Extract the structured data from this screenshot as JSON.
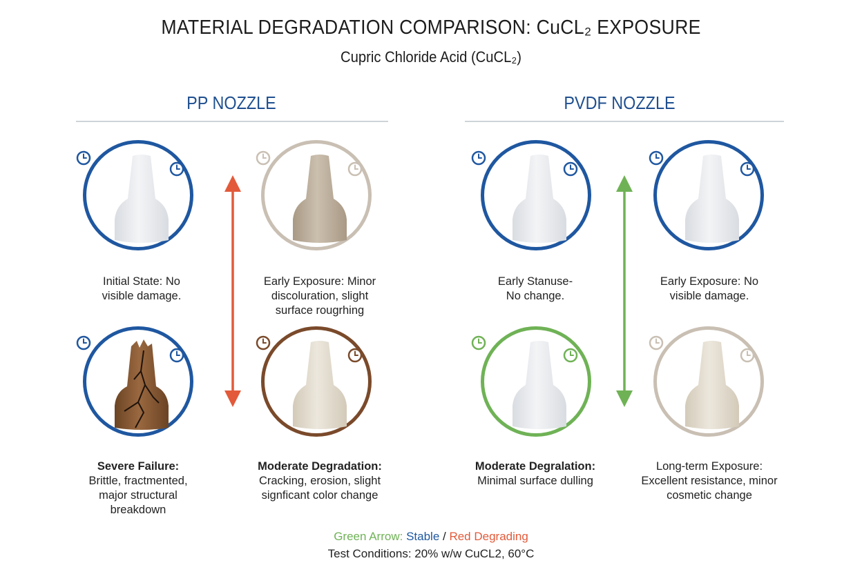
{
  "title": "MATERIAL DEGRADATION COMPARISON: CuCL₂  EXPOSURE",
  "subtitle": "Cupric Chloride Acid (CuCL₂)",
  "colors": {
    "blue": "#1f57a0",
    "taupe": "#c9bfb3",
    "brown": "#7a4a2b",
    "green": "#6fb256",
    "red": "#e25a3a",
    "nozzle_white": "#eceef1",
    "nozzle_beige": "#c6b9a6",
    "nozzle_cream": "#e6e0d4",
    "nozzle_brown": "#8a5a36"
  },
  "sections": {
    "pp": {
      "title": "PP NOZZLE"
    },
    "pvdf": {
      "title": "PVDF NOZZLE"
    }
  },
  "arrows": {
    "pp": {
      "color_name": "red"
    },
    "pvdf": {
      "color_name": "green"
    }
  },
  "cards": {
    "pp_initial": {
      "ring": "blue",
      "nozzle": "white",
      "icon": "clock-icon",
      "title": "Initial State: No",
      "title_bold": false,
      "body": "visible damage."
    },
    "pp_early": {
      "ring": "taupe",
      "nozzle": "beige",
      "icon": "clock-icon",
      "title": "Early Exposure: Minor",
      "title_bold": false,
      "body": "discoluration, slight surface rougrhing"
    },
    "pp_severe": {
      "ring": "blue",
      "nozzle": "cracked",
      "icon": "clock-icon",
      "title": "Severe Failure:",
      "title_bold": true,
      "body": "Brittle, fractmented, major structural breakdown"
    },
    "pp_moderate": {
      "ring": "brown",
      "nozzle": "cream",
      "icon": "clock-icon",
      "title": "Moderate Degradation:",
      "title_bold": true,
      "body": "Cracking, erosion, slight signficant color change"
    },
    "pvdf_early": {
      "ring": "blue",
      "nozzle": "white",
      "icon": "clock-icon",
      "title": "Early Stanuse-",
      "title_bold": false,
      "body": "No change."
    },
    "pvdf_early2": {
      "ring": "blue",
      "nozzle": "white",
      "icon": "clock-icon",
      "title": "Early Exposure: No",
      "title_bold": false,
      "body": "visible damage."
    },
    "pvdf_moderate": {
      "ring": "green",
      "nozzle": "white",
      "icon": "clock-icon",
      "title": "Moderate Degralation:",
      "title_bold": true,
      "body": "Minimal surface dulling"
    },
    "pvdf_longterm": {
      "ring": "taupe",
      "nozzle": "cream",
      "icon": "clock-icon",
      "title": "Long-term Exposure:",
      "title_bold": false,
      "body": "Excellent resistance, minor cosmetic change"
    }
  },
  "legend": {
    "green_label": "Green Arrow:",
    "stable_label": " Stable",
    "sep": " / ",
    "red_label": "Red Degrading"
  },
  "conditions": "Test Conditions: 20% w/w CuCL2, 60°C"
}
